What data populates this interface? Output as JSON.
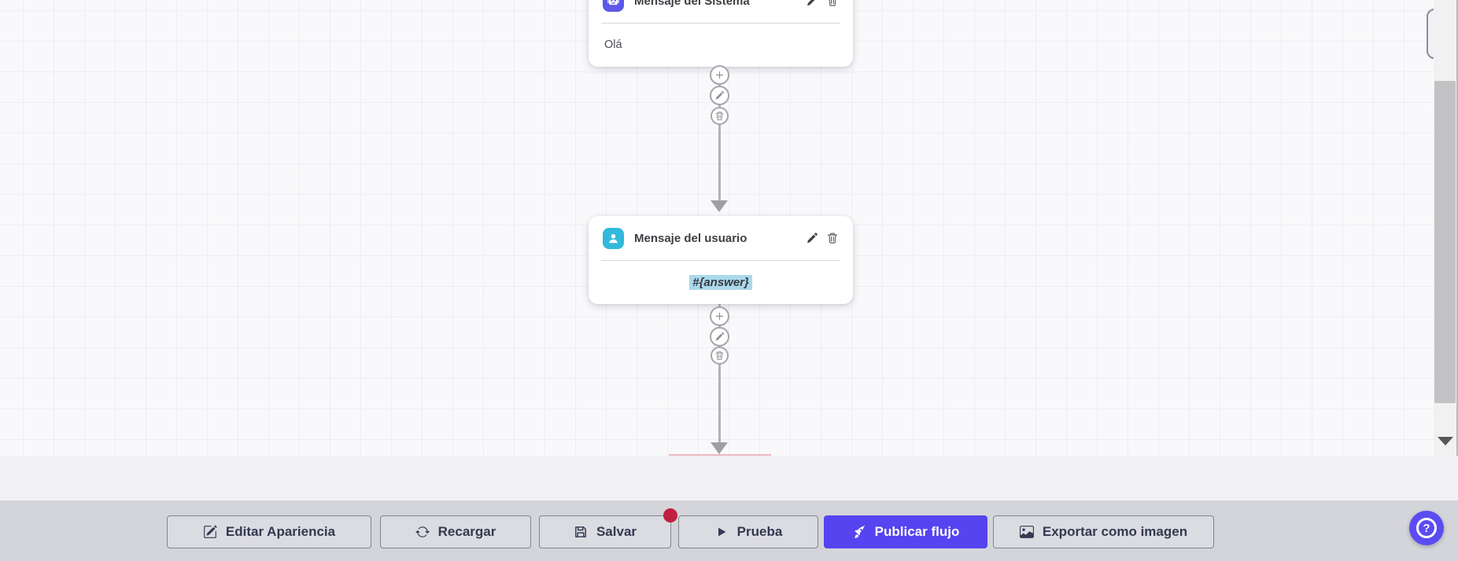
{
  "flow": {
    "nodes": [
      {
        "type": "system-message",
        "title": "Mensaje del Sistema",
        "body": "Olá",
        "icon": "robot-icon",
        "icon_color": "#5d59e8"
      },
      {
        "type": "user-message",
        "title": "Mensaje del usuario",
        "body": "#{answer}",
        "icon": "user-icon",
        "icon_color": "#31b8da",
        "body_highlight_color": "#a9d9ea"
      }
    ],
    "node_actions": [
      {
        "name": "edit-node",
        "icon": "pencil-icon"
      },
      {
        "name": "delete-node",
        "icon": "trash-icon"
      }
    ],
    "connector_actions": [
      {
        "name": "add-node",
        "icon": "plus-icon"
      },
      {
        "name": "edit-connection",
        "icon": "pencil-icon"
      },
      {
        "name": "delete-connection",
        "icon": "trash-icon"
      }
    ]
  },
  "toolbar": {
    "buttons": [
      {
        "label": "Editar Apariencia",
        "icon": "edit-square-icon",
        "variant": "secondary"
      },
      {
        "label": "Recargar",
        "icon": "refresh-icon",
        "variant": "secondary"
      },
      {
        "label": "Salvar",
        "icon": "save-icon",
        "variant": "secondary",
        "badge": "unsaved-indicator",
        "badge_color": "#c11f3f"
      },
      {
        "label": "Prueba",
        "icon": "play-icon",
        "variant": "secondary"
      },
      {
        "label": "Publicar flujo",
        "icon": "rocket-icon",
        "variant": "primary",
        "color": "#5544ef"
      },
      {
        "label": "Exportar como imagen",
        "icon": "image-icon",
        "variant": "secondary"
      }
    ]
  },
  "help": {
    "label": "?",
    "icon": "question-circle-icon",
    "color": "#5a4cf0"
  },
  "colors": {
    "canvas_bg": "#f9f9fb",
    "grid_line": "#eceef5",
    "band_bg": "#f2f2f6",
    "toolbar_bg": "#d4d5da",
    "accent": "#5544ef",
    "badge": "#c11f3f",
    "connector": "#b3b3b7",
    "highlight": "#a9d9ea"
  }
}
